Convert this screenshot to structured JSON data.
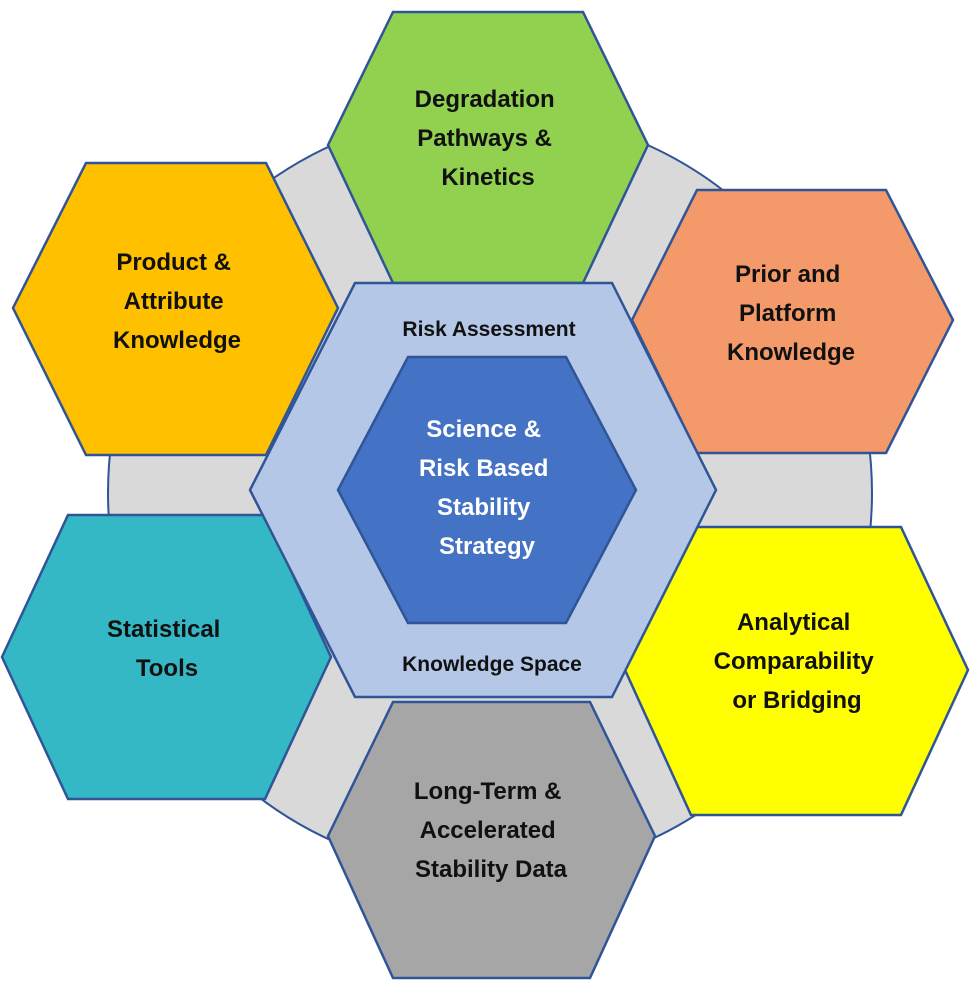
{
  "center": {
    "lines": [
      "Science &",
      "Risk Based",
      "Stability",
      "Strategy"
    ],
    "fill": "#4472C4"
  },
  "middle_ring": {
    "top_label": "Risk Assessment",
    "bottom_label": "Knowledge Space",
    "fill": "#B4C7E7"
  },
  "outer_circle_fill": "#D9D9D9",
  "outline_color": "#2F5597",
  "segments": [
    {
      "id": "degradation",
      "lines": [
        "Degradation",
        "Pathways &",
        "Kinetics"
      ],
      "fill": "#92D050"
    },
    {
      "id": "prior-platform",
      "lines": [
        "Prior and",
        "Platform",
        "Knowledge"
      ],
      "fill": "#F4996A"
    },
    {
      "id": "analytical",
      "lines": [
        "Analytical",
        "Comparability",
        "or Bridging"
      ],
      "fill": "#FFFF00"
    },
    {
      "id": "long-term",
      "lines": [
        "Long-Term &",
        "Accelerated",
        "Stability Data"
      ],
      "fill": "#A6A6A6"
    },
    {
      "id": "statistical",
      "lines": [
        "Statistical",
        "Tools"
      ],
      "fill": "#35B8C6"
    },
    {
      "id": "product-attribute",
      "lines": [
        "Product &",
        "Attribute",
        "Knowledge"
      ],
      "fill": "#FFC000"
    }
  ]
}
